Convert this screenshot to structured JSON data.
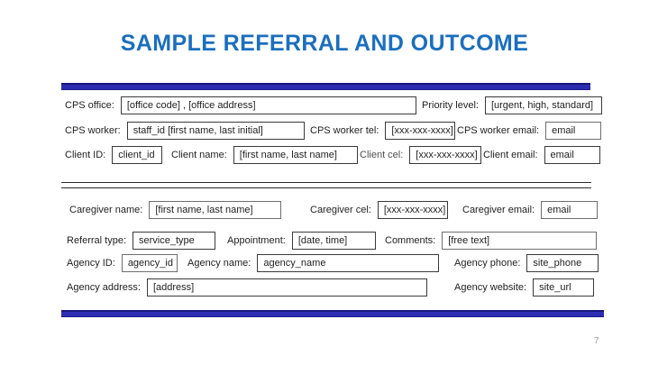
{
  "slide": {
    "title": "SAMPLE REFERRAL AND OUTCOME",
    "page_number": "7",
    "title_color": "#1b6fbf",
    "bar_color": "#2d2db2"
  },
  "form": {
    "fields": {
      "cps_office": {
        "label": "CPS office:",
        "value": "[office code] , [office address]"
      },
      "priority_level": {
        "label": "Priority level:",
        "value": "[urgent, high, standard]"
      },
      "cps_worker": {
        "label": "CPS worker:",
        "value": "staff_id [first name, last initial]"
      },
      "cps_worker_tel": {
        "label": "CPS worker tel:",
        "value": "[xxx-xxx-xxxx]"
      },
      "cps_worker_email": {
        "label": "CPS worker email:",
        "value": "email"
      },
      "client_id": {
        "label": "Client ID:",
        "value": "client_id"
      },
      "client_name": {
        "label": "Client name:",
        "value": "[first name, last name]"
      },
      "client_cel": {
        "label": "Client cel:",
        "value": "[xxx-xxx-xxxx]"
      },
      "client_email": {
        "label": "Client email:",
        "value": "email"
      },
      "caregiver_name": {
        "label": "Caregiver name:",
        "value": "[first name, last name]"
      },
      "caregiver_cel": {
        "label": "Caregiver cel:",
        "value": "[xxx-xxx-xxxx]"
      },
      "caregiver_email": {
        "label": "Caregiver email:",
        "value": "email"
      },
      "referral_type": {
        "label": "Referral type:",
        "value": "service_type"
      },
      "appointment": {
        "label": "Appointment:",
        "value": "[date, time]"
      },
      "comments": {
        "label": "Comments:",
        "value": "[free text]"
      },
      "agency_id": {
        "label": "Agency ID:",
        "value": "agency_id"
      },
      "agency_name": {
        "label": "Agency name:",
        "value": "agency_name"
      },
      "agency_phone": {
        "label": "Agency phone:",
        "value": "site_phone"
      },
      "agency_address": {
        "label": "Agency address:",
        "value": "[address]"
      },
      "agency_website": {
        "label": "Agency website:",
        "value": "site_url"
      }
    }
  }
}
